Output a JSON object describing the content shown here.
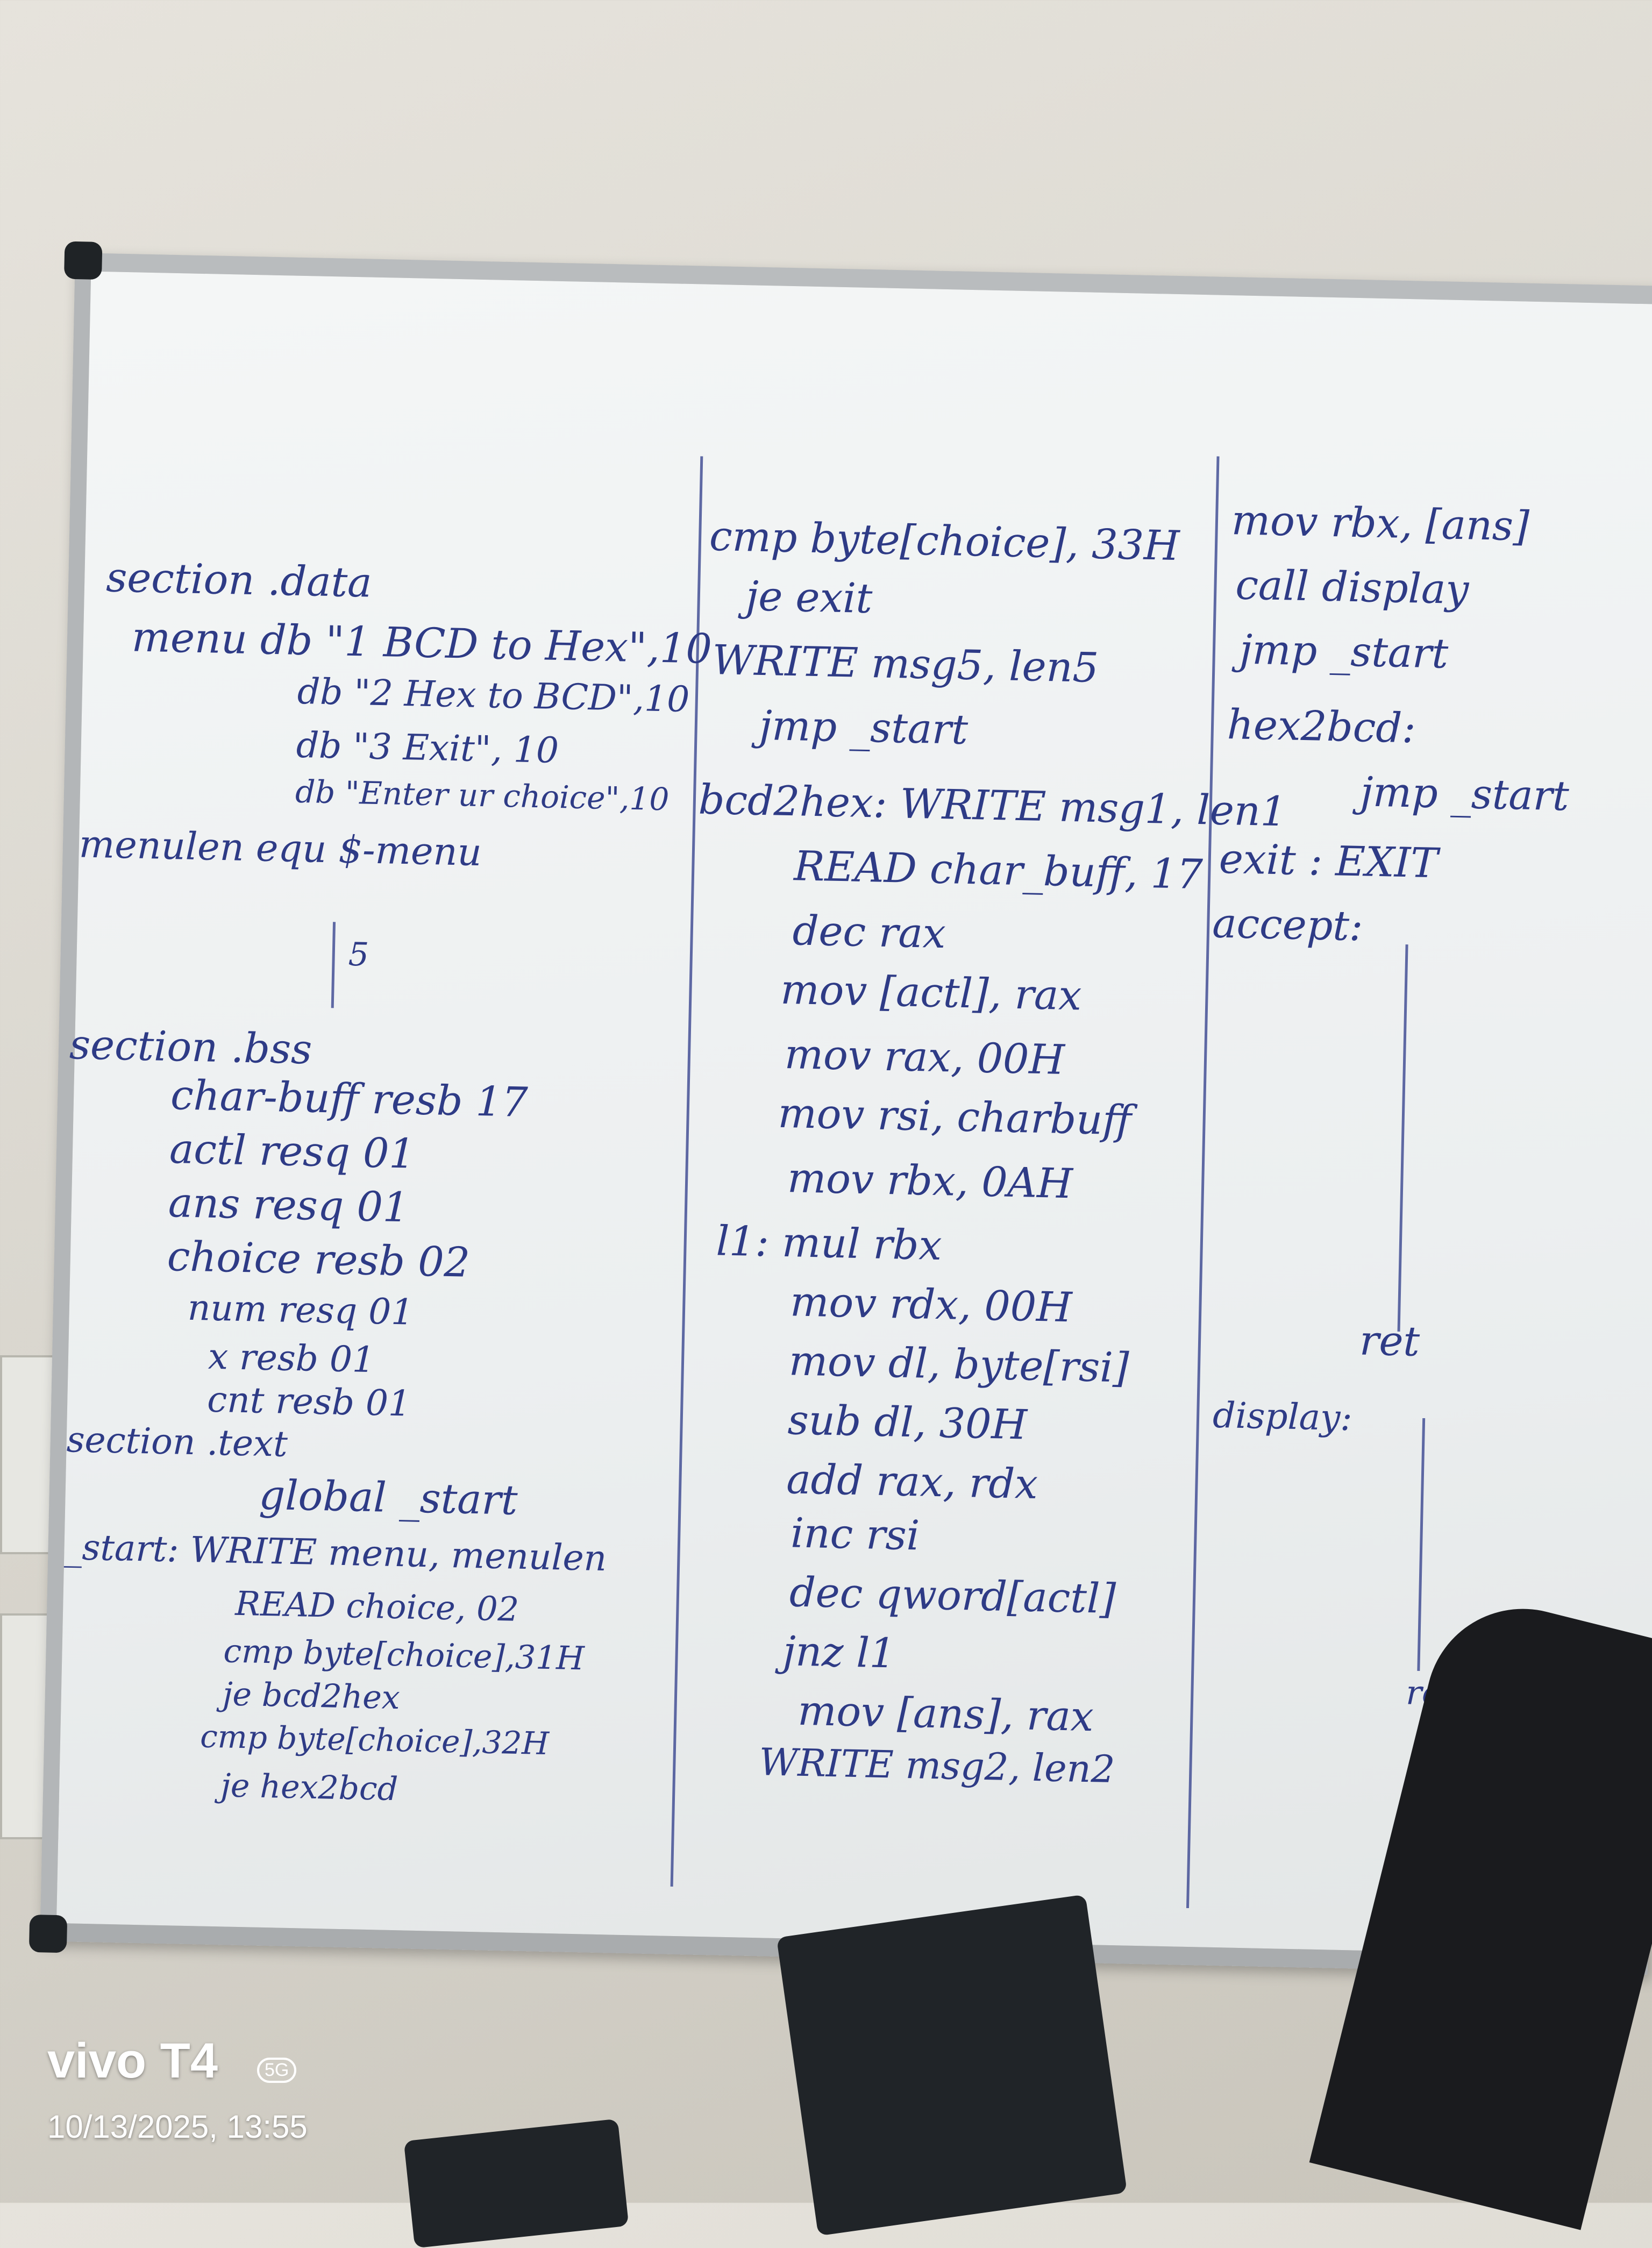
{
  "board": {
    "left_column": {
      "lines": [
        "section .data",
        "menu db \"1 BCD to Hex\",10",
        "db \"2 Hex to BCD\",10",
        "db \"3 Exit\", 10",
        "db \"Enter ur choice\",10",
        "menulen equ $-menu",
        "5",
        "section .bss",
        "char-buff resb 17",
        "actl resq 01",
        "ans resq 01",
        "choice resb 02",
        "num resq 01",
        "x resb 01",
        "cnt resb 01",
        "section .text",
        "global _start",
        "_start: WRITE menu, menulen",
        "READ choice, 02",
        "cmp byte[choice],31H",
        "je bcd2hex",
        "cmp byte[choice],32H",
        "je hex2bcd"
      ]
    },
    "middle_column": {
      "lines": [
        "cmp byte[choice], 33H",
        "je exit",
        "WRITE msg5, len5",
        "jmp _start",
        "bcd2hex: WRITE msg1, len1",
        "READ char_buff, 17",
        "dec rax",
        "mov [actl], rax",
        "mov rax, 00H",
        "mov rsi, charbuff",
        "mov rbx, 0AH",
        "l1: mul rbx",
        "mov rdx, 00H",
        "mov dl, byte[rsi]",
        "sub dl, 30H",
        "add rax, rdx",
        "inc rsi",
        "dec qword[actl]",
        "jnz l1",
        "mov [ans], rax",
        "WRITE msg2, len2"
      ]
    },
    "right_column": {
      "lines": [
        "mov rbx, [ans]",
        "call display",
        "jmp _start",
        "hex2bcd:",
        "jmp _start",
        "exit : EXIT",
        "accept:",
        "ret",
        "display:",
        "ret"
      ]
    }
  },
  "watermark": {
    "brand": "vivo T4",
    "network_badge": "5G",
    "timestamp": "10/13/2025, 13:55"
  },
  "colors": {
    "marker_ink": "#2e3b86",
    "board_surface": "#eef1f1",
    "frame": "#b3b6b8",
    "wall": "#dcd9d1"
  }
}
